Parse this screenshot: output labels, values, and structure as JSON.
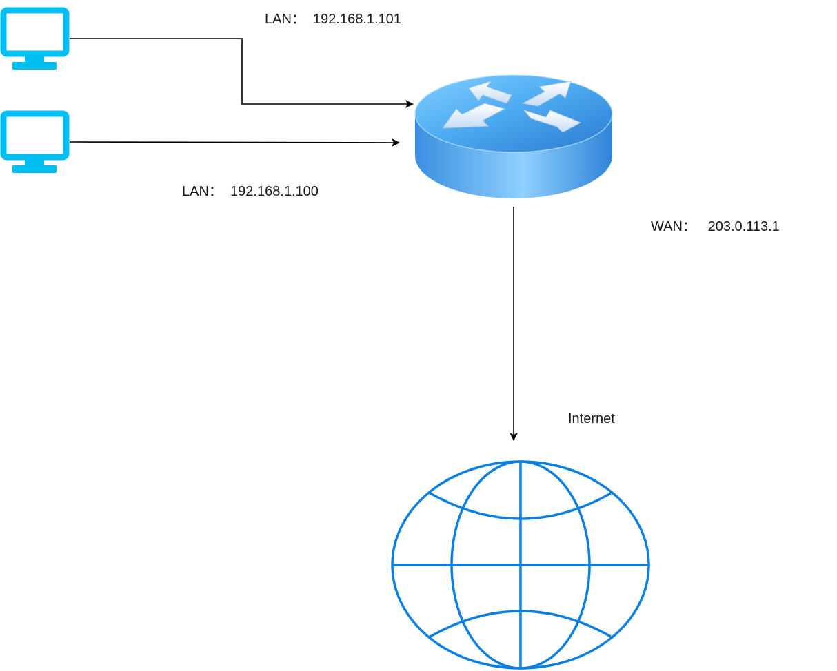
{
  "labels": {
    "lan_top": "LAN：  192.168.1.101",
    "lan_bottom": "LAN：  192.168.1.100",
    "wan": "WAN：   203.0.113.1",
    "internet": "Internet"
  },
  "icons": {
    "computer_1": "monitor-icon",
    "computer_2": "monitor-icon",
    "router": "router-icon",
    "internet": "globe-icon"
  },
  "colors": {
    "monitor": "#00BEF2",
    "router_light": "#6EC6FF",
    "router_dark": "#2A7FD4",
    "globe": "#0A7FE3",
    "connector": "#000000"
  }
}
